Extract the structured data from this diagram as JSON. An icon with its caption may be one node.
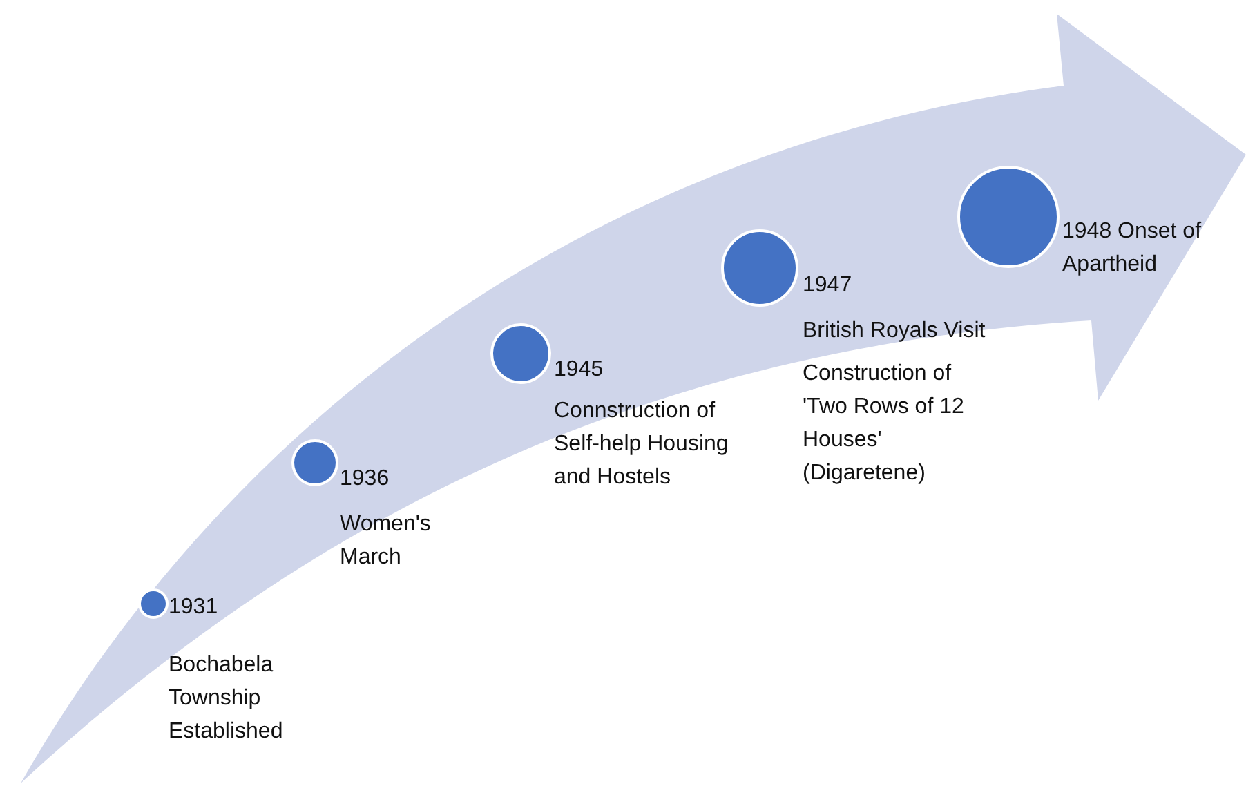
{
  "diagram": {
    "nodes": [
      {
        "text": [
          "1931",
          "Bochabela Township Established"
        ]
      },
      {
        "text": [
          "1936",
          "Women's March"
        ]
      },
      {
        "text": [
          "1945",
          "Connstruction of Self-help Housing and Hostels"
        ]
      },
      {
        "text": [
          "1947",
          "British Royals Visit",
          "Construction of 'Two Rows of 12 Houses' (Digaretene)"
        ]
      },
      {
        "text": [
          "1948 Onset of Apartheid"
        ]
      }
    ]
  }
}
